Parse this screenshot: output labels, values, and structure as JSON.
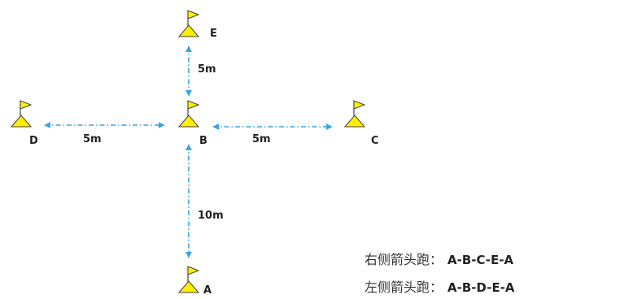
{
  "colors": {
    "flag": "#ffee00",
    "flag_outline": "#444444",
    "arrow": "#3aa3e3",
    "text": "#222222"
  },
  "points": {
    "A": {
      "label": "A"
    },
    "B": {
      "label": "B"
    },
    "C": {
      "label": "C"
    },
    "D": {
      "label": "D"
    },
    "E": {
      "label": "E"
    }
  },
  "distances": {
    "b_e": "5m",
    "d_b": "5m",
    "b_c": "5m",
    "a_b": "10m"
  },
  "legend": {
    "right": {
      "label": "右侧箭头跑：",
      "route": "A-B-C-E-A"
    },
    "left": {
      "label": "左侧箭头跑：",
      "route": "A-B-D-E-A"
    }
  }
}
